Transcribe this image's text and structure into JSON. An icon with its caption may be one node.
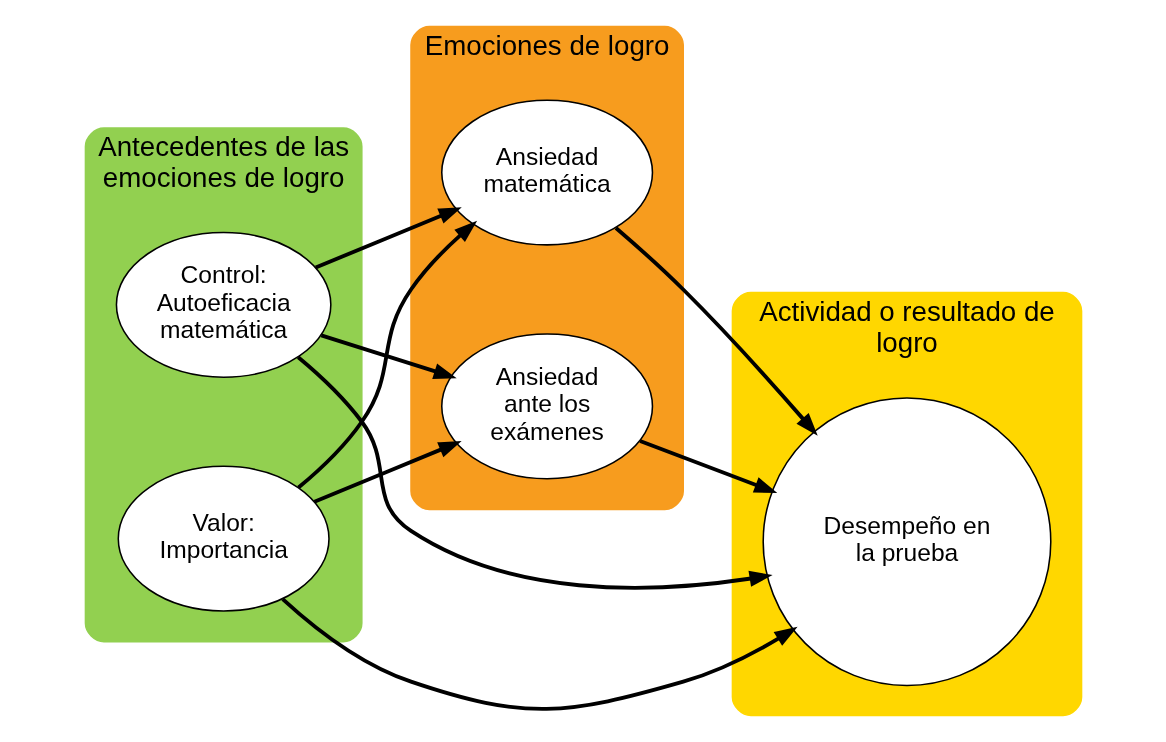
{
  "diagram": {
    "nodes": [
      {
        "text": [
          "Antecedentes de las emociones de logro"
        ]
      },
      {
        "text": [
          "Control: Autoeficacia matemática"
        ],
        "in": 0
      },
      {
        "text": [
          "Valor: Importancia"
        ],
        "in": 0
      },
      {
        "text": [
          "Emociones de logro"
        ]
      },
      {
        "text": [
          "Ansiedad matemática"
        ],
        "in": 3
      },
      {
        "text": [
          "Ansiedad ante los exámenes"
        ],
        "in": 3
      },
      {
        "text": [
          "Actividad o resultado de logro"
        ]
      },
      {
        "text": [
          "Desempeño en la prueba"
        ],
        "in": 6
      }
    ],
    "edges": [
      {
        "from": 1,
        "to": 7,
        "arrow": "to"
      },
      {
        "from": 1,
        "to": 4,
        "arrow": "to"
      },
      {
        "from": 1,
        "to": 5,
        "arrow": "to"
      },
      {
        "from": 2,
        "to": 4,
        "arrow": "to"
      },
      {
        "from": 2,
        "to": 5,
        "arrow": "to"
      },
      {
        "from": 4,
        "to": 7,
        "arrow": "to"
      },
      {
        "from": 5,
        "to": 7,
        "arrow": "to"
      },
      {
        "from": 2,
        "to": 7,
        "arrow": "to"
      }
    ]
  }
}
